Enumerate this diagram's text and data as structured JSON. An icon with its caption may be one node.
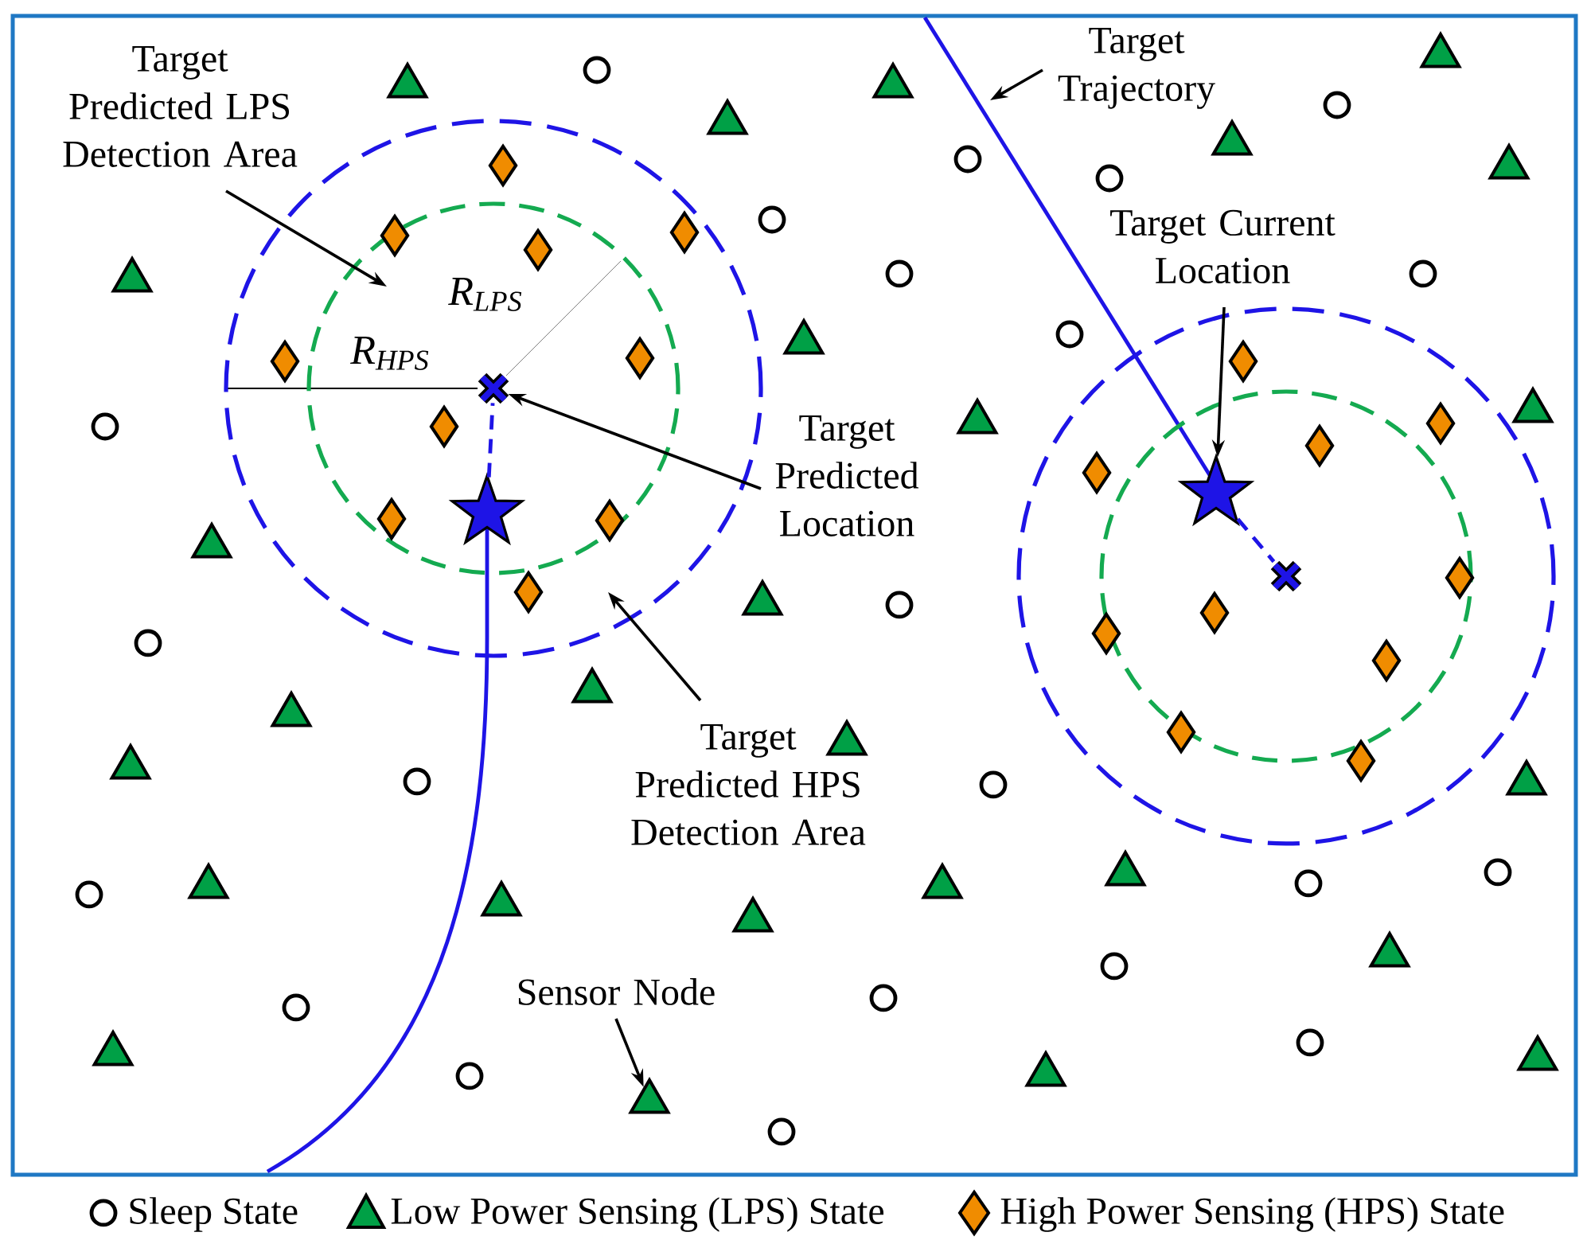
{
  "diagram": {
    "nodes": [
      {
        "text": [
          "Target Predicted LPS Detection Area"
        ]
      },
      {
        "text": [
          "Target Predicted Location"
        ]
      },
      {
        "text": [
          "Target Predicted HPS Detection Area"
        ]
      },
      {
        "text": [
          "Target Trajectory"
        ]
      },
      {
        "text": [
          "Target Current Location"
        ]
      },
      {
        "text": [
          "Sensor Node"
        ]
      },
      {
        "text": [],
        "shape": "circle"
      },
      {
        "text": [],
        "shape": "circle",
        "in": 6
      },
      {
        "text": [],
        "shape": "circle"
      },
      {
        "text": [],
        "shape": "circle",
        "in": 8
      },
      {
        "text": [],
        "shape": "cross",
        "in": 7
      },
      {
        "text": [],
        "shape": "cross",
        "in": 9
      },
      {
        "text": [],
        "shape": "star",
        "in": 7
      },
      {
        "text": [],
        "shape": "star",
        "in": 9
      },
      {
        "text": [],
        "shape": "circle"
      },
      {
        "text": [],
        "shape": "circle"
      },
      {
        "text": [],
        "shape": "circle"
      },
      {
        "text": [],
        "shape": "circle"
      },
      {
        "text": [],
        "shape": "circle"
      },
      {
        "text": [],
        "shape": "circle"
      },
      {
        "text": [],
        "shape": "circle"
      },
      {
        "text": [],
        "shape": "circle"
      },
      {
        "text": [],
        "shape": "circle"
      },
      {
        "text": [],
        "shape": "circle"
      },
      {
        "text": [],
        "shape": "circle"
      },
      {
        "text": [],
        "shape": "circle"
      },
      {
        "text": [],
        "shape": "circle"
      },
      {
        "text": [],
        "shape": "circle"
      },
      {
        "text": [],
        "shape": "circle"
      },
      {
        "text": [],
        "shape": "circle"
      },
      {
        "text": [],
        "shape": "circle"
      },
      {
        "text": [],
        "shape": "circle"
      },
      {
        "text": [],
        "shape": "circle"
      },
      {
        "text": [],
        "shape": "circle"
      },
      {
        "text": [],
        "shape": "circle"
      },
      {
        "text": [],
        "shape": "circle"
      },
      {
        "text": [],
        "shape": "triangle"
      },
      {
        "text": [],
        "shape": "triangle"
      },
      {
        "text": [],
        "shape": "triangle"
      },
      {
        "text": [],
        "shape": "triangle"
      },
      {
        "text": [],
        "shape": "triangle"
      },
      {
        "text": [],
        "shape": "triangle"
      },
      {
        "text": [],
        "shape": "triangle"
      },
      {
        "text": [],
        "shape": "triangle"
      },
      {
        "text": [],
        "shape": "triangle"
      },
      {
        "text": [],
        "shape": "triangle"
      },
      {
        "text": [],
        "shape": "triangle"
      },
      {
        "text": [],
        "shape": "triangle"
      },
      {
        "text": [],
        "shape": "triangle"
      },
      {
        "text": [],
        "shape": "triangle"
      },
      {
        "text": [],
        "shape": "triangle"
      },
      {
        "text": [],
        "shape": "triangle"
      },
      {
        "text": [],
        "shape": "triangle"
      },
      {
        "text": [],
        "shape": "triangle"
      },
      {
        "text": [],
        "shape": "triangle"
      },
      {
        "text": [],
        "shape": "triangle"
      },
      {
        "text": [],
        "shape": "triangle"
      },
      {
        "text": [],
        "shape": "triangle"
      },
      {
        "text": [],
        "shape": "triangle"
      },
      {
        "text": [],
        "shape": "triangle"
      },
      {
        "text": [],
        "shape": "triangle"
      },
      {
        "text": [],
        "shape": "triangle"
      },
      {
        "text": [],
        "shape": "triangle"
      },
      {
        "text": [],
        "shape": "diamond",
        "in": 6
      },
      {
        "text": [],
        "shape": "diamond",
        "in": 6
      },
      {
        "text": [],
        "shape": "diamond",
        "in": 7
      },
      {
        "text": [],
        "shape": "diamond",
        "in": 7
      },
      {
        "text": [],
        "shape": "diamond",
        "in": 7
      },
      {
        "text": [],
        "shape": "diamond",
        "in": 6
      },
      {
        "text": [],
        "shape": "diamond",
        "in": 8
      },
      {
        "text": [],
        "shape": "diamond",
        "in": 8
      },
      {
        "text": [],
        "shape": "diamond",
        "in": 7
      },
      {
        "text": [],
        "shape": "diamond",
        "in": 9
      },
      {
        "text": [],
        "shape": "diamond",
        "in": 8
      },
      {
        "text": [],
        "shape": "diamond",
        "in": 7
      },
      {
        "text": [],
        "shape": "diamond",
        "in": 7
      },
      {
        "text": [],
        "shape": "diamond",
        "in": 9
      },
      {
        "text": [],
        "shape": "diamond",
        "in": 6
      },
      {
        "text": [],
        "shape": "diamond",
        "in": 9
      },
      {
        "text": [],
        "shape": "diamond",
        "in": 8
      },
      {
        "text": [],
        "shape": "diamond",
        "in": 9
      },
      {
        "text": [],
        "shape": "diamond",
        "in": 8
      },
      {
        "text": [],
        "shape": "diamond",
        "in": 8
      }
    ],
    "edges": [
      {
        "from": 0,
        "to": 7,
        "arrow": "to"
      },
      {
        "from": 1,
        "to": 10,
        "arrow": "to"
      },
      {
        "from": 2,
        "to": 6,
        "arrow": "to"
      },
      {
        "from": 3,
        "to": null,
        "arrow": "to"
      },
      {
        "from": 4,
        "to": 13,
        "arrow": "to"
      },
      {
        "from": 5,
        "to": 62,
        "arrow": "to"
      },
      {
        "from": 12,
        "to": 10,
        "arrow": "none",
        "style": "dashed",
        "color": "#1e14e6"
      },
      {
        "from": 13,
        "to": 11,
        "arrow": "none",
        "style": "dashed",
        "color": "#1e14e6"
      }
    ],
    "labels": [
      "R$_{LPS}$",
      "R$_{HPS}$"
    ],
    "legend": [
      {
        "text": "Sleep State"
      },
      {
        "text": "Low Power Sensing (LPS) State"
      },
      {
        "text": "High Power Sensing (HPS) State"
      }
    ]
  }
}
